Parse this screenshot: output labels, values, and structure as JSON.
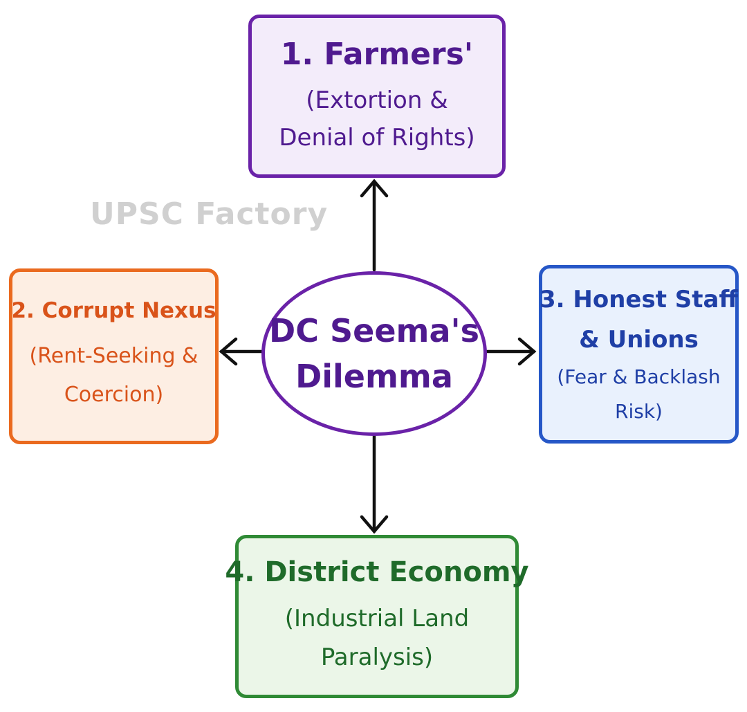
{
  "watermark": "UPSC Factory",
  "center": {
    "line1": "DC Seema's",
    "line2": "Dilemma"
  },
  "nodes": {
    "farmers": {
      "title": "1. Farmers'",
      "sub1": "(Extortion &",
      "sub2": "Denial of Rights)"
    },
    "nexus": {
      "title": "2. Corrupt Nexus",
      "sub1": "(Rent-Seeking &",
      "sub2": "Coercion)"
    },
    "staff": {
      "title1": "3. Honest Staff",
      "title2": "& Unions",
      "sub1": "(Fear & Backlash",
      "sub2": "Risk)"
    },
    "economy": {
      "title": "4. District Economy",
      "sub1": "(Industrial Land",
      "sub2": "Paralysis)"
    }
  },
  "colors": {
    "purple": "#6a22a8",
    "orange": "#ea6a1f",
    "blue": "#2657c7",
    "green": "#2f8a35",
    "arrow": "#111111",
    "watermark": "#d0d0d0"
  }
}
